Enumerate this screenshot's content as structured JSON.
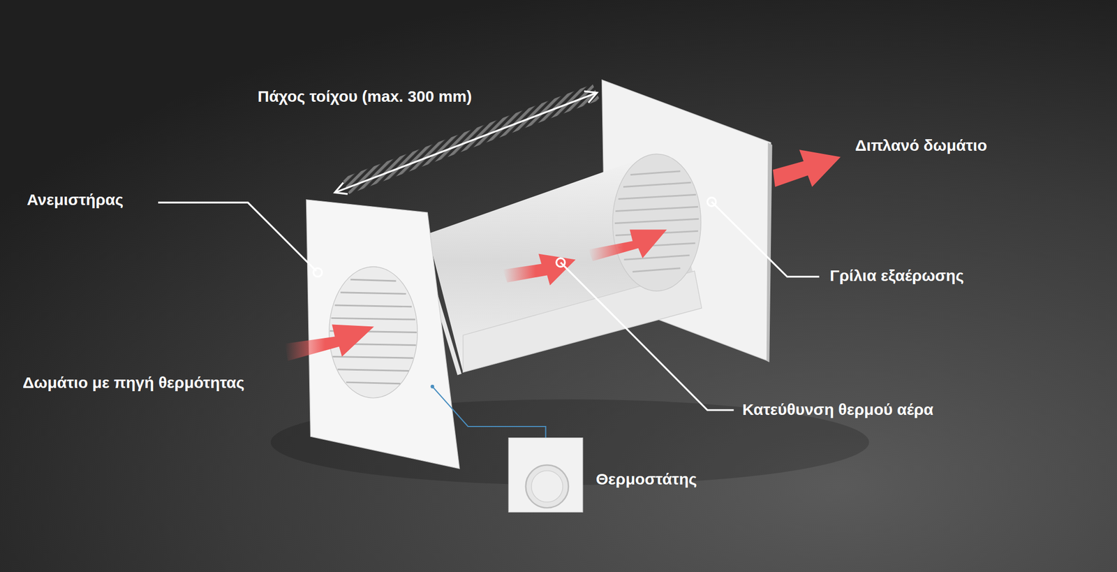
{
  "diagram": {
    "labels": [
      "Πάχος τοίχου (max. 300 mm)",
      "Διπλανό δωμάτιο",
      "Ανεμιστήρας",
      "Γρίλια εξαέρωσης",
      "Δωμάτιο με πηγή θερμότητας",
      "Κατεύθυνση θερμού αέρα",
      "Θερμοστάτης"
    ]
  }
}
